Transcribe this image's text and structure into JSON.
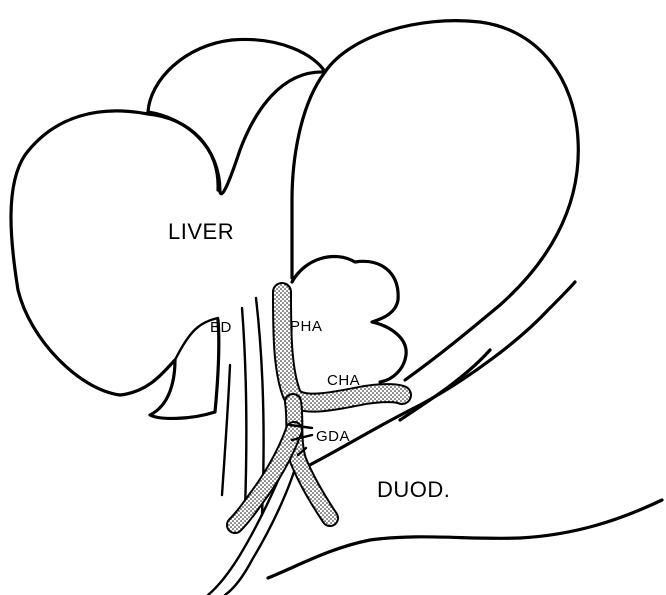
{
  "labels": {
    "liver": "LIVER",
    "bile_duct": "BD",
    "proper_hepatic_artery": "PHA",
    "common_hepatic_artery": "CHA",
    "gastroduodenal_artery": "GDA",
    "duodenum": "DUOD."
  },
  "colors": {
    "ink": "#000000",
    "paper": "#ffffff"
  }
}
